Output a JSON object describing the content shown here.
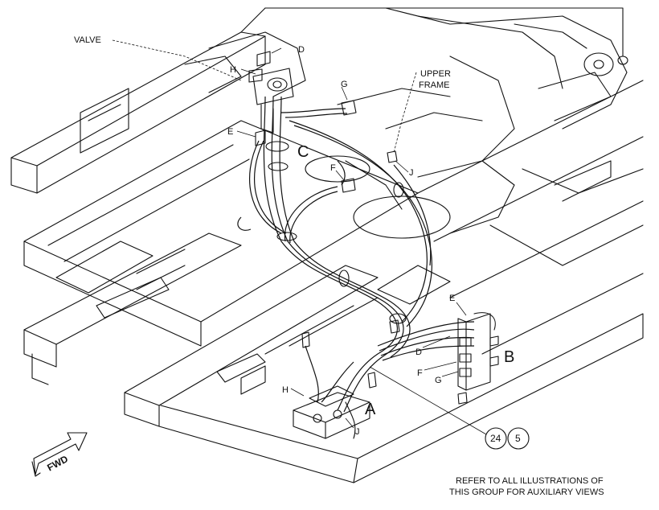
{
  "labels": {
    "valve": "VALVE",
    "upper_frame_line1": "UPPER",
    "upper_frame_line2": "FRAME",
    "A": "A",
    "B": "B",
    "C": "C",
    "D_top": "D",
    "G_top": "G",
    "H_top": "H",
    "E_top": "E",
    "F_mid": "F",
    "J_mid": "J",
    "E_right": "E",
    "D_right": "D",
    "F_right": "F",
    "G_right": "G",
    "H_bottom": "H",
    "J_bottom": "J"
  },
  "callouts": {
    "first": "24",
    "second": "5"
  },
  "fwd": "FWD",
  "note": {
    "line1": "REFER TO ALL ILLUSTRATIONS OF",
    "line2": "THIS GROUP FOR AUXILIARY VIEWS"
  }
}
